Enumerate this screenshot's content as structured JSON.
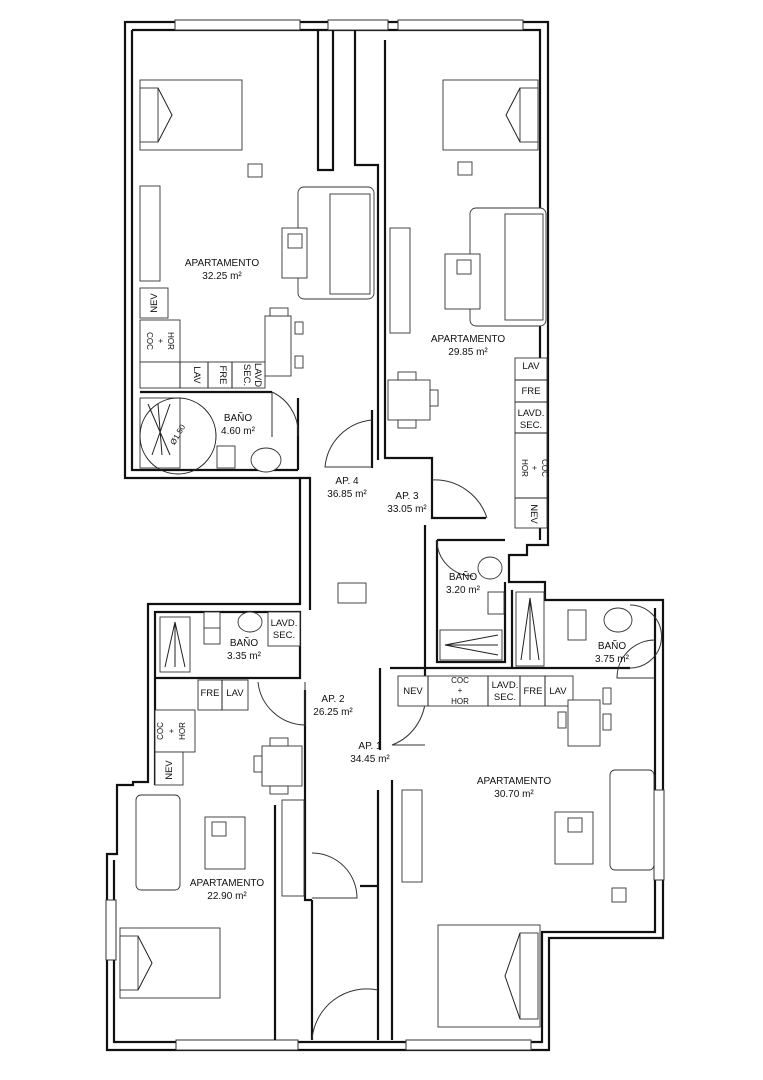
{
  "rooms": {
    "ap4_apartment": {
      "label": "APARTAMENTO",
      "area": "32.25 m²"
    },
    "ap4_bath": {
      "label": "BAÑO",
      "area": "4.60 m²"
    },
    "ap4_summary": {
      "label": "AP. 4",
      "area": "36.85 m²"
    },
    "ap3_apartment": {
      "label": "APARTAMENTO",
      "area": "29.85 m²"
    },
    "ap3_bath": {
      "label": "BAÑO",
      "area": "3.20 m²"
    },
    "ap3_summary": {
      "label": "AP. 3",
      "area": "33.05 m²"
    },
    "ap2_apartment": {
      "label": "APARTAMENTO",
      "area": "22.90 m²"
    },
    "ap2_bath": {
      "label": "BAÑO",
      "area": "3.35 m²"
    },
    "ap2_summary": {
      "label": "AP. 2",
      "area": "26.25 m²"
    },
    "ap1_apartment": {
      "label": "APARTAMENTO",
      "area": "30.70 m²"
    },
    "ap1_bath": {
      "label": "BAÑO",
      "area": "3.75 m²"
    },
    "ap1_summary": {
      "label": "AP. 1",
      "area": "34.45 m²"
    }
  },
  "fixtures": {
    "nev": "NEV",
    "coc": "COC",
    "plus": "+",
    "hor": "HOR",
    "fre": "FRE",
    "lav": "LAV",
    "lavd": "LAVD.",
    "lavd_nodot": "LAVD",
    "sec": "SEC.",
    "tub_diameter": "Ø1.50"
  }
}
